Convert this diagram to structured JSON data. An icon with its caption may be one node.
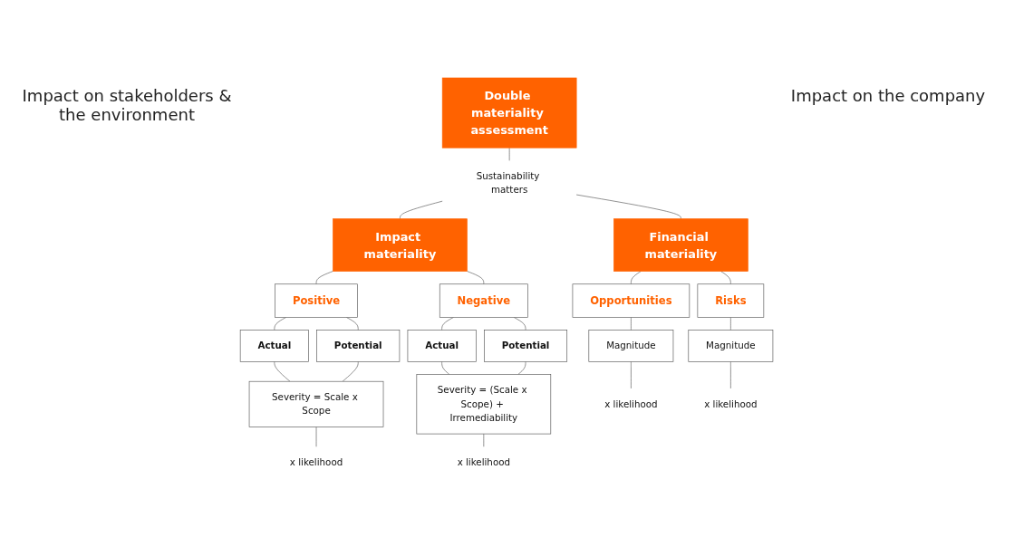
{
  "diagram": {
    "nodes": [
      {
        "text": [
          "Double materiality assessment"
        ]
      },
      {
        "text": [
          "Sustainability matters"
        ]
      },
      {
        "text": [
          "Impact materiality"
        ]
      },
      {
        "text": [
          "Financial materiality"
        ]
      },
      {
        "text": [
          "Positive"
        ]
      },
      {
        "text": [
          "Negative"
        ]
      },
      {
        "text": [
          "Opportunities"
        ]
      },
      {
        "text": [
          "Risks"
        ]
      },
      {
        "text": [
          "Actual"
        ]
      },
      {
        "text": [
          "Potential"
        ]
      },
      {
        "text": [
          "Actual"
        ]
      },
      {
        "text": [
          "Potential"
        ]
      },
      {
        "text": [
          "Severity = Scale x Scope"
        ]
      },
      {
        "text": [
          "Severity = (Scale x Scope) + Irremediability"
        ]
      },
      {
        "text": [
          "Magnitude"
        ]
      },
      {
        "text": [
          "Magnitude"
        ]
      },
      {
        "text": [
          "x likelihood"
        ]
      },
      {
        "text": [
          "x likelihood"
        ]
      },
      {
        "text": [
          "x likelihood"
        ]
      },
      {
        "text": [
          "x likelihood"
        ]
      }
    ],
    "edges": [
      {
        "from": 0,
        "to": 1,
        "arrow": "none"
      },
      {
        "from": 1,
        "to": 2,
        "arrow": "none"
      },
      {
        "from": 1,
        "to": 3,
        "arrow": "none"
      },
      {
        "from": 2,
        "to": 4,
        "arrow": "none"
      },
      {
        "from": 2,
        "to": 5,
        "arrow": "none"
      },
      {
        "from": 3,
        "to": 6,
        "arrow": "none"
      },
      {
        "from": 3,
        "to": 7,
        "arrow": "none"
      },
      {
        "from": 4,
        "to": 8,
        "arrow": "none"
      },
      {
        "from": 4,
        "to": 9,
        "arrow": "none"
      },
      {
        "from": 5,
        "to": 10,
        "arrow": "none"
      },
      {
        "from": 5,
        "to": 11,
        "arrow": "none"
      },
      {
        "from": 8,
        "to": 12,
        "arrow": "none"
      },
      {
        "from": 9,
        "to": 12,
        "arrow": "none"
      },
      {
        "from": 10,
        "to": 13,
        "arrow": "none"
      },
      {
        "from": 11,
        "to": 13,
        "arrow": "none"
      },
      {
        "from": 6,
        "to": 14,
        "arrow": "none"
      },
      {
        "from": 7,
        "to": 15,
        "arrow": "none"
      },
      {
        "from": 12,
        "to": 16,
        "arrow": "none"
      },
      {
        "from": 13,
        "to": 17,
        "arrow": "none"
      },
      {
        "from": 14,
        "to": 18,
        "arrow": "none"
      },
      {
        "from": 15,
        "to": 19,
        "arrow": "none"
      }
    ],
    "labels": [
      "Impact on stakeholders & the environment",
      "Impact on the company"
    ]
  }
}
